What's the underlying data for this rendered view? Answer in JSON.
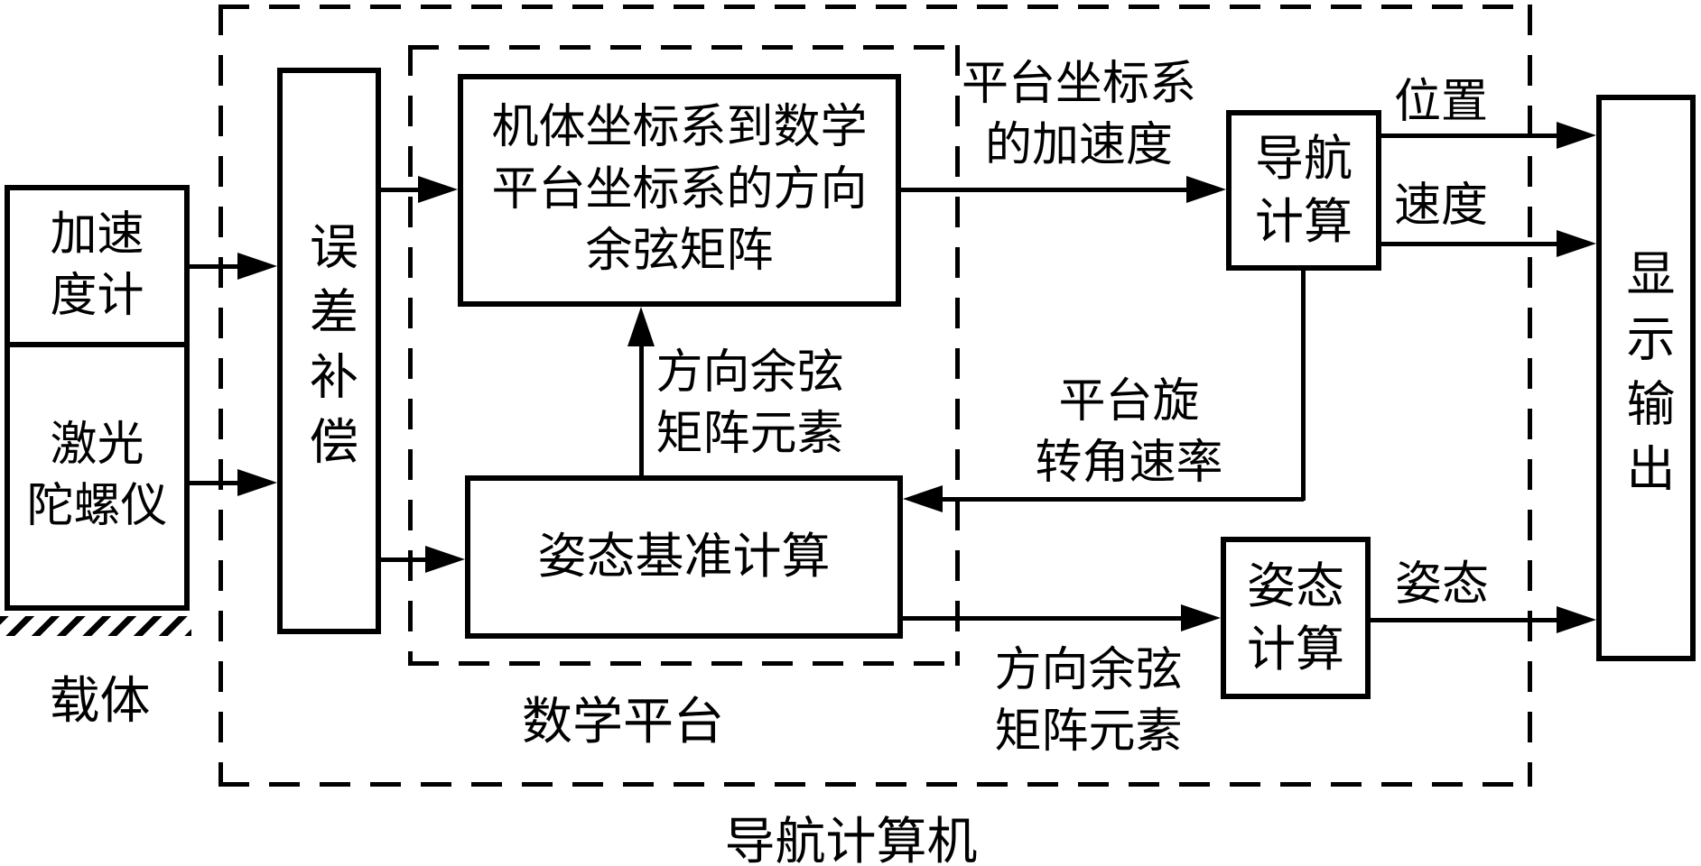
{
  "colors": {
    "line": "#000000",
    "background": "#ffffff"
  },
  "diagram": {
    "outer_group_label": "导航计算机",
    "inner_group_label": "数学平台",
    "carrier_label": "载体",
    "boxes": {
      "accelerometer": "加速\n度计",
      "laser_gyro": "激光\n陀螺仪",
      "error_compensation": "误差补偿",
      "dcm": "机体坐标系到数学\n平台坐标系的方向\n余弦矩阵",
      "attitude_reference": "姿态基准计算",
      "navigation_calc": "导航\n计算",
      "attitude_calc": "姿态\n计算",
      "display_output": "显示输出"
    },
    "flow_labels": {
      "platform_acceleration": "平台坐标系\n的加速度",
      "dcm_elements_to_dcm": "方向余弦\n矩阵元素",
      "platform_rotation_rate": "平台旋\n转角速率",
      "dcm_elements_to_attitude": "方向余弦\n矩阵元素",
      "position": "位置",
      "velocity": "速度",
      "attitude": "姿态"
    }
  }
}
